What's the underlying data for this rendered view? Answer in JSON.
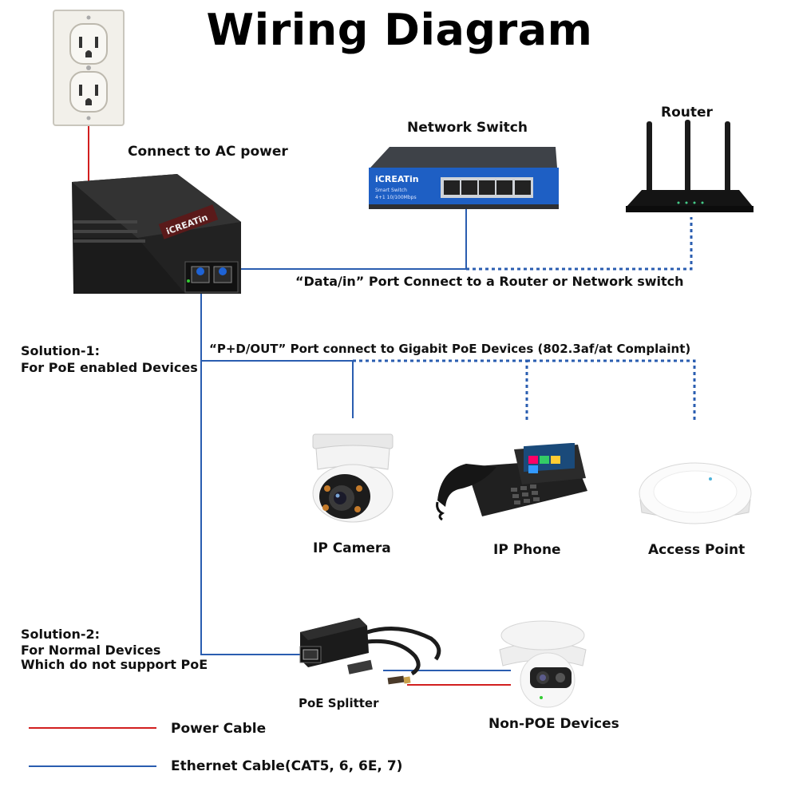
{
  "title": "Wiring Diagram",
  "labels": {
    "ac_power": "Connect to AC power",
    "network_switch": "Network Switch",
    "router": "Router",
    "data_in": "“Data/in” Port Connect to a Router or Network switch",
    "pd_out": "“P+D/OUT” Port connect to Gigabit PoE Devices (802.3af/at Complaint)",
    "solution1_title": "Solution-1:",
    "solution1_desc": "For PoE enabled Devices",
    "solution2_title": "Solution-2:",
    "solution2_line1": "For Normal Devices",
    "solution2_line2": "Which do not support PoE",
    "ip_camera": "IP Camera",
    "ip_phone": "IP Phone",
    "access_point": "Access Point",
    "poe_splitter": "PoE Splitter",
    "non_poe": "Non-POE Devices"
  },
  "device_text": {
    "switch_brand": "iCREATin",
    "switch_model": "Smart Switch",
    "switch_spec": "4+1 10/100Mbps",
    "injector_brand": "iCREATin"
  },
  "legend": [
    {
      "label": "Power Cable",
      "color": "#d21f1f"
    },
    {
      "label": "Ethernet Cable(CAT5, 6, 6E, 7)",
      "color": "#2a5db0"
    }
  ],
  "colors": {
    "power": "#d21f1f",
    "ethernet": "#2a5db0",
    "dotted": "#2a5db0"
  }
}
